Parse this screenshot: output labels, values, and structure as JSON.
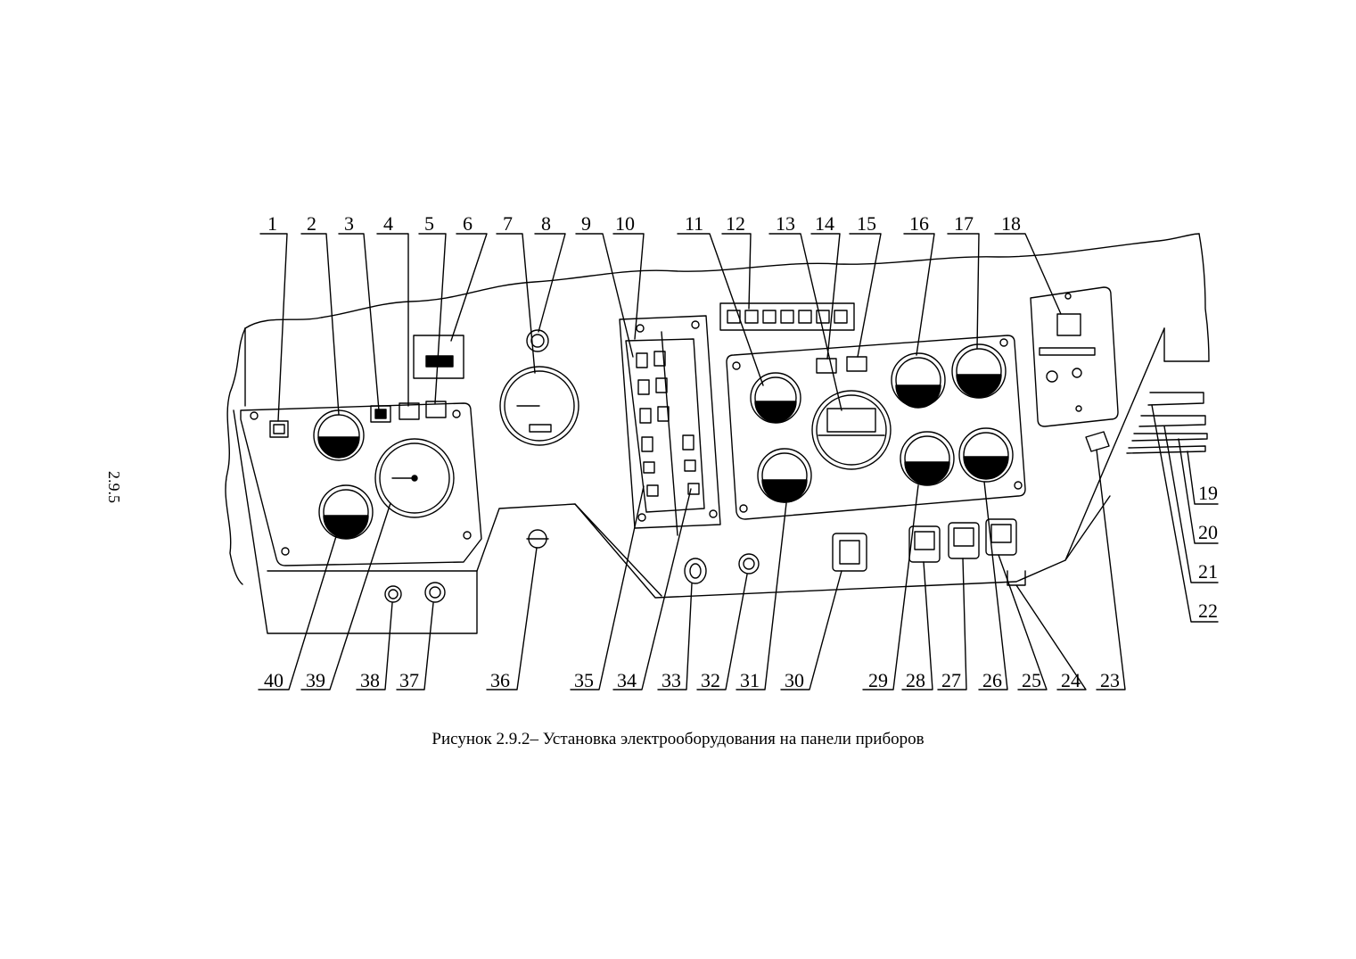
{
  "page_number": "2.9.5",
  "caption": "Рисунок 2.9.2– Установка электрооборудования на панели приборов",
  "callouts_top": [
    "1",
    "2",
    "3",
    "4",
    "5",
    "6",
    "7",
    "8",
    "9",
    "10",
    "11",
    "12",
    "13",
    "14",
    "15",
    "16",
    "17",
    "18"
  ],
  "callouts_right": [
    "19",
    "20",
    "21",
    "22"
  ],
  "callouts_bottom": [
    "40",
    "39",
    "38",
    "37",
    "36",
    "35",
    "34",
    "33",
    "32",
    "31",
    "30",
    "29",
    "28",
    "27",
    "26",
    "25",
    "24",
    "23"
  ]
}
